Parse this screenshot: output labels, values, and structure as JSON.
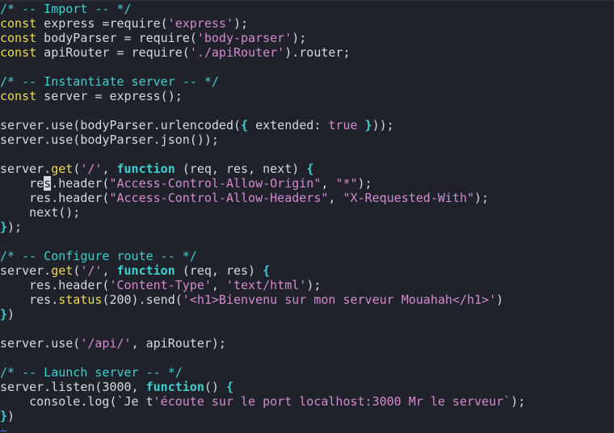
{
  "editor": {
    "tilde": "~",
    "lines": [
      [
        {
          "t": "/* -- Import -- */",
          "c": "comment"
        }
      ],
      [
        {
          "t": "const",
          "c": "keyword"
        },
        {
          "t": " express =require(",
          "c": "plain"
        },
        {
          "t": "'express'",
          "c": "string"
        },
        {
          "t": ");",
          "c": "plain"
        }
      ],
      [
        {
          "t": "const",
          "c": "keyword"
        },
        {
          "t": " bodyParser = require(",
          "c": "plain"
        },
        {
          "t": "'body-parser'",
          "c": "string"
        },
        {
          "t": ");",
          "c": "plain"
        }
      ],
      [
        {
          "t": "const",
          "c": "keyword"
        },
        {
          "t": " apiRouter = require(",
          "c": "plain"
        },
        {
          "t": "'./apiRouter'",
          "c": "string"
        },
        {
          "t": ").router;",
          "c": "plain"
        }
      ],
      [],
      [
        {
          "t": "/* -- Instantiate server -- */",
          "c": "comment"
        }
      ],
      [
        {
          "t": "const",
          "c": "keyword"
        },
        {
          "t": " server = express();",
          "c": "plain"
        }
      ],
      [],
      [
        {
          "t": "server.use(bodyParser.urlencoded(",
          "c": "plain"
        },
        {
          "t": "{",
          "c": "brace"
        },
        {
          "t": " extended: ",
          "c": "plain"
        },
        {
          "t": "true",
          "c": "literal"
        },
        {
          "t": " ",
          "c": "plain"
        },
        {
          "t": "}",
          "c": "brace"
        },
        {
          "t": "));",
          "c": "plain"
        }
      ],
      [
        {
          "t": "server.use(bodyParser.json());",
          "c": "plain"
        }
      ],
      [],
      [
        {
          "t": "server.",
          "c": "plain"
        },
        {
          "t": "get",
          "c": "method"
        },
        {
          "t": "(",
          "c": "plain"
        },
        {
          "t": "'/'",
          "c": "string"
        },
        {
          "t": ", ",
          "c": "plain"
        },
        {
          "t": "function",
          "c": "fn"
        },
        {
          "t": " (req, res, next) ",
          "c": "plain"
        },
        {
          "t": "{",
          "c": "brace"
        }
      ],
      [
        {
          "t": "    re",
          "c": "plain"
        },
        {
          "t": "s",
          "c": "cursor"
        },
        {
          "t": ".header(",
          "c": "plain"
        },
        {
          "t": "\"Access-Control-Allow-Origin\"",
          "c": "string"
        },
        {
          "t": ", ",
          "c": "plain"
        },
        {
          "t": "\"*\"",
          "c": "string"
        },
        {
          "t": ");",
          "c": "plain"
        }
      ],
      [
        {
          "t": "    res.header(",
          "c": "plain"
        },
        {
          "t": "\"Access-Control-Allow-Headers\"",
          "c": "string"
        },
        {
          "t": ", ",
          "c": "plain"
        },
        {
          "t": "\"X-Requested-With\"",
          "c": "string"
        },
        {
          "t": ");",
          "c": "plain"
        }
      ],
      [
        {
          "t": "    next();",
          "c": "plain"
        }
      ],
      [
        {
          "t": "}",
          "c": "brace"
        },
        {
          "t": ");",
          "c": "plain"
        }
      ],
      [],
      [
        {
          "t": "/* -- Configure route -- */",
          "c": "comment"
        }
      ],
      [
        {
          "t": "server.",
          "c": "plain"
        },
        {
          "t": "get",
          "c": "method"
        },
        {
          "t": "(",
          "c": "plain"
        },
        {
          "t": "'/'",
          "c": "string"
        },
        {
          "t": ", ",
          "c": "plain"
        },
        {
          "t": "function",
          "c": "fn"
        },
        {
          "t": " (req, res) ",
          "c": "plain"
        },
        {
          "t": "{",
          "c": "brace"
        }
      ],
      [
        {
          "t": "    res.header(",
          "c": "plain"
        },
        {
          "t": "'Content-Type'",
          "c": "string"
        },
        {
          "t": ", ",
          "c": "plain"
        },
        {
          "t": "'text/html'",
          "c": "string"
        },
        {
          "t": ");",
          "c": "plain"
        }
      ],
      [
        {
          "t": "    res.",
          "c": "plain"
        },
        {
          "t": "status",
          "c": "method"
        },
        {
          "t": "(200).send(",
          "c": "plain"
        },
        {
          "t": "'<h1>Bienvenu sur mon serveur Mouahah</h1>'",
          "c": "string"
        },
        {
          "t": ")",
          "c": "plain"
        }
      ],
      [
        {
          "t": "}",
          "c": "brace"
        },
        {
          "t": ")",
          "c": "plain"
        }
      ],
      [],
      [
        {
          "t": "server.use(",
          "c": "plain"
        },
        {
          "t": "'/api/'",
          "c": "string"
        },
        {
          "t": ", apiRouter);",
          "c": "plain"
        }
      ],
      [],
      [
        {
          "t": "/* -- Launch server -- */",
          "c": "comment"
        }
      ],
      [
        {
          "t": "server.listen(3000, ",
          "c": "plain"
        },
        {
          "t": "function",
          "c": "fn"
        },
        {
          "t": "() ",
          "c": "plain"
        },
        {
          "t": "{",
          "c": "brace"
        }
      ],
      [
        {
          "t": "    console.log(`Je t",
          "c": "plain"
        },
        {
          "t": "'écoute sur le port localhost:3000 Mr le serveur`",
          "c": "string"
        },
        {
          "t": ");",
          "c": "plain"
        }
      ],
      [
        {
          "t": "}",
          "c": "brace"
        },
        {
          "t": ")",
          "c": "plain"
        }
      ]
    ]
  }
}
